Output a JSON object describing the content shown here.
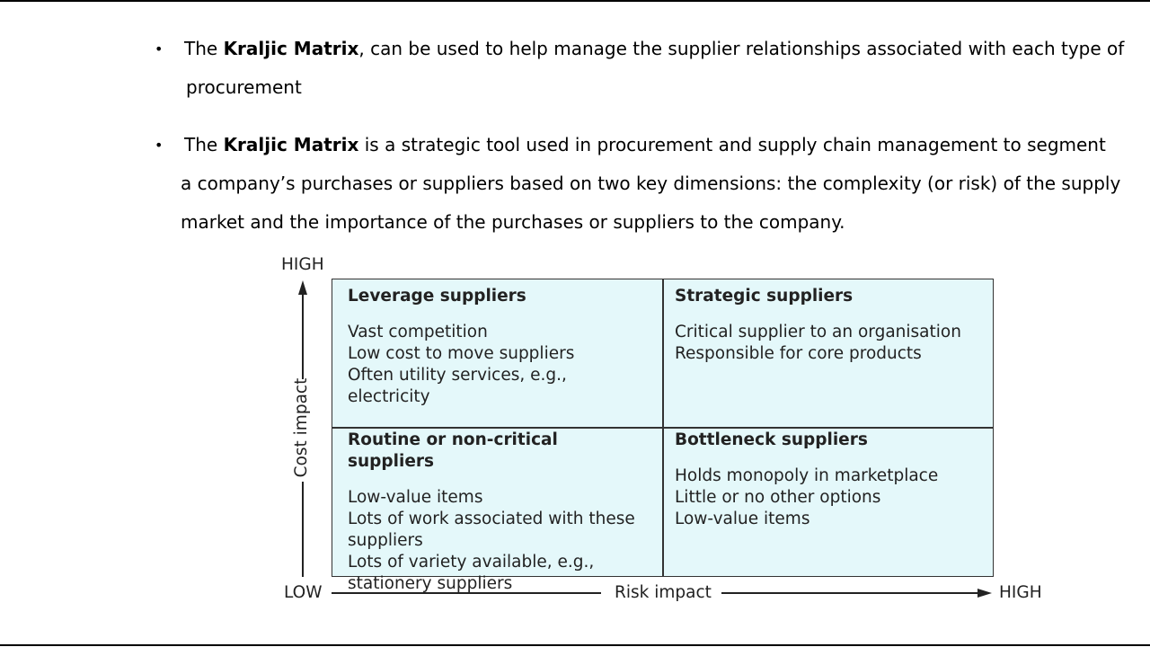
{
  "bullets": [
    {
      "lines": [
        {
          "pre": "The ",
          "bold": "Kraljic Matrix",
          "post": ", can be used to help manage the supplier relationships associated with each type of"
        },
        {
          "text": "procurement"
        }
      ]
    },
    {
      "lines": [
        {
          "pre": "The ",
          "bold": "Kraljic Matrix",
          "post": " is a strategic tool used in procurement and supply chain management to segment"
        },
        {
          "text": "a company’s purchases or suppliers based on two key dimensions: the complexity (or risk) of the supply"
        },
        {
          "text": "market and the importance of the purchases or suppliers to the company."
        }
      ]
    }
  ],
  "matrix": {
    "top_left": {
      "title": "Leverage suppliers",
      "items": [
        "Vast competition",
        "Low cost to move suppliers",
        "Often utility services, e.g.,",
        "electricity"
      ]
    },
    "top_right": {
      "title": "Strategic suppliers",
      "items": [
        "Critical supplier to an organisation",
        "Responsible for core products"
      ]
    },
    "bottom_left": {
      "title": "Routine or non-critical suppliers",
      "items": [
        "Low-value items",
        "Lots of work associated with these",
        "suppliers",
        "Lots of variety available, e.g.,",
        "stationery suppliers"
      ]
    },
    "bottom_right": {
      "title": "Bottleneck suppliers",
      "items": [
        "Holds monopoly in marketplace",
        "Little or no other options",
        "Low-value items"
      ]
    }
  },
  "axes": {
    "y_high": "HIGH",
    "y_label": "Cost impact",
    "x_low": "LOW",
    "x_label": "Risk impact",
    "x_high": "HIGH"
  },
  "colors": {
    "matrix_fill": "#e4f8fa",
    "border": "#333333"
  }
}
